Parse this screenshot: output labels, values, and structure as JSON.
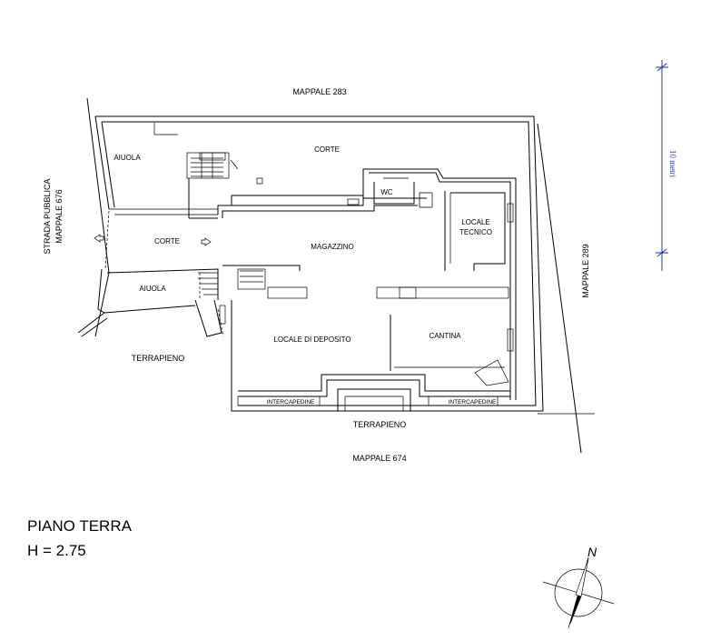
{
  "plot_labels": {
    "north": "MAPPALE 283",
    "east": "MAPPALE 289",
    "south": "MAPPALE 674",
    "west_line1": "STRADA PUBBLICA",
    "west_line2": "MAPPALE 676"
  },
  "rooms": {
    "corte_top": "CORTE",
    "corte_left": "CORTE",
    "aiuola_top": "AIUOLA",
    "aiuola_bottom": "AIUOLA",
    "magazzino": "MAGAZZINO",
    "wc": "WC",
    "locale_tecnico_line1": "LOCALE",
    "locale_tecnico_line2": "TECNICO",
    "locale_deposito": "LOCALE DI DEPOSITO",
    "cantina": "CANTINA",
    "intercapedine_left": "INTERCAPEDINE",
    "intercapedine_right": "INTERCAPEDINE"
  },
  "terrain": {
    "terrapieno_left": "TERRAPIENO",
    "terrapieno_bottom": "TERRAPIENO"
  },
  "scale_bar": {
    "label": "10 metri"
  },
  "floor_title": {
    "name": "PIANO TERRA",
    "height": "H = 2.75"
  },
  "compass": {
    "letter": "N"
  },
  "colors": {
    "scale_bar": "#2233aa",
    "lines": "#000000"
  }
}
